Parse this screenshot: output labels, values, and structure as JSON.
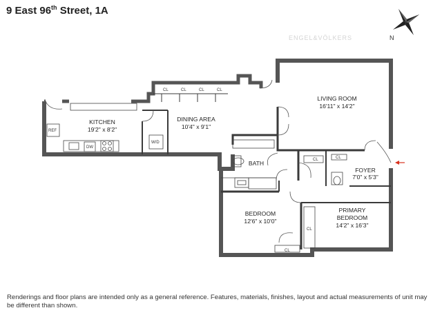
{
  "header": {
    "title_before": "9 East 96",
    "title_sup": "th",
    "title_after": " Street, 1A"
  },
  "compass": {
    "north_label": "N"
  },
  "watermark": "ENGEL&VÖLKERS",
  "rooms": {
    "kitchen": {
      "name": "KITCHEN",
      "dims": "19'2\" x 8'2\""
    },
    "dining": {
      "name": "DINING AREA",
      "dims": "10'4\" x 9'1\""
    },
    "living": {
      "name": "LIVING ROOM",
      "dims": "16'11\" x 14'2\""
    },
    "foyer": {
      "name": "FOYER",
      "dims": "7'0\" x 5'3\""
    },
    "bath": {
      "name": "BATH"
    },
    "bedroom": {
      "name": "BEDROOM",
      "dims": "12'6\" x 10'0\""
    },
    "primary": {
      "name_line1": "PRIMARY",
      "name_line2": "BEDROOM",
      "dims": "14'2\" x 16'3\""
    }
  },
  "fixtures": {
    "closet": "CL",
    "refrigerator": "REF",
    "dishwasher": "DW",
    "washer_dryer": "W/D"
  },
  "disclaimer": "Renderings and floor plans are intended only as a general reference. Features, materials, finishes, layout and actual measurements of unit may be different than shown.",
  "colors": {
    "wall": "#3a3a3a",
    "wall_fill": "#eeeeee",
    "entry_arrow": "#d9331f"
  }
}
